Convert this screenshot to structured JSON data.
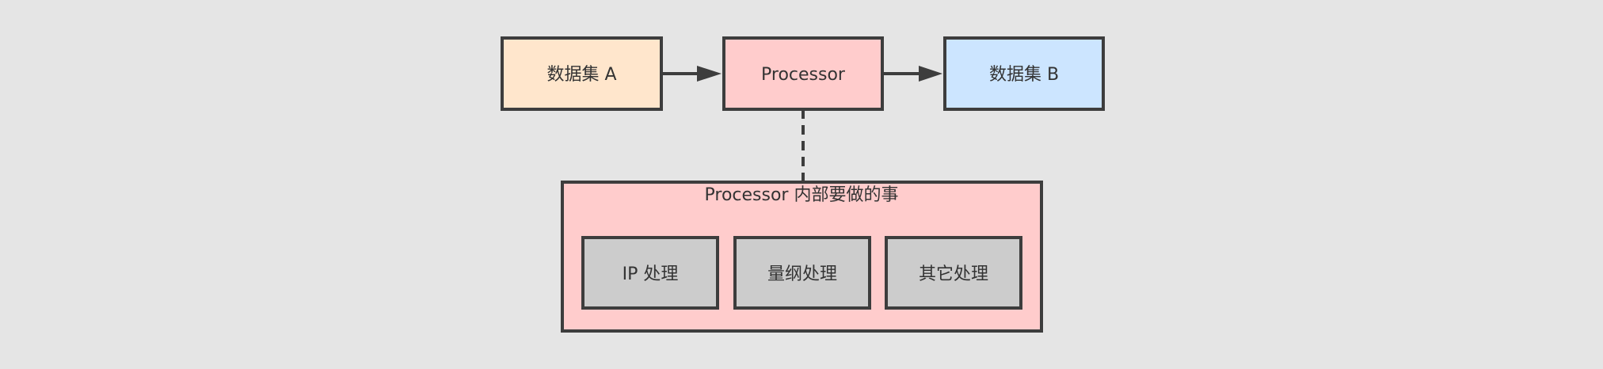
{
  "nodes": {
    "dataset_a": {
      "label": "数据集 A",
      "fill": "#ffe6cc"
    },
    "processor": {
      "label": "Processor",
      "fill": "#ffcccc"
    },
    "dataset_b": {
      "label": "数据集 B",
      "fill": "#cce5ff"
    }
  },
  "group": {
    "title": "Processor 内部要做的事",
    "fill": "#ffcccc",
    "steps": [
      {
        "label": "IP 处理",
        "fill": "#cccccc"
      },
      {
        "label": "量纲处理",
        "fill": "#cccccc"
      },
      {
        "label": "其它处理",
        "fill": "#cccccc"
      }
    ]
  },
  "colors": {
    "background": "#e5e5e5",
    "stroke": "#3d3d3d",
    "text": "#333333"
  }
}
